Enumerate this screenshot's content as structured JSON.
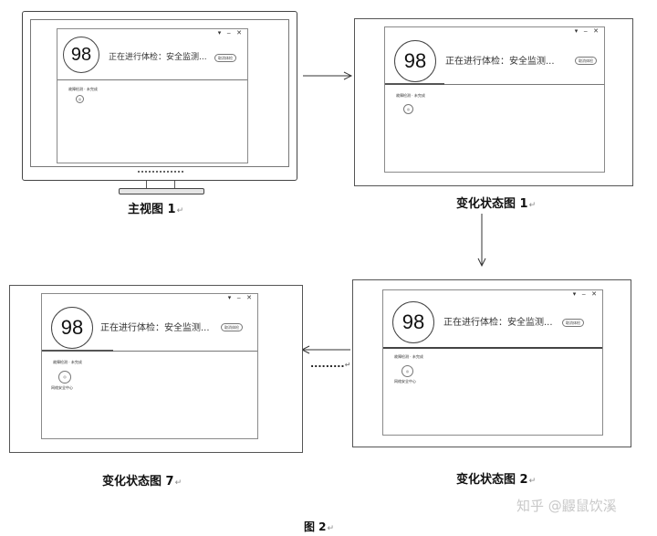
{
  "window": {
    "controls": "▾ ‒ ✕",
    "score": "98",
    "status": "正在进行体检：安全监测...",
    "button_label": "取消体检",
    "section_label": "故障检测 · 未完成",
    "item_label": "网络安全中心"
  },
  "captions": {
    "main_view": "主视图 1",
    "state_1": "变化状态图 1",
    "state_2": "变化状态图 2",
    "state_7": "变化状态图 7",
    "figure": "图 2",
    "return_mark": "↵"
  },
  "ellipsis": ".........",
  "watermark": "知乎 @鼹鼠饮溪",
  "states": {
    "main": {
      "progress": 0.0
    },
    "state_1": {
      "progress": 0.27
    },
    "state_2": {
      "progress": 0.0
    },
    "state_7": {
      "progress": 0.33
    }
  }
}
